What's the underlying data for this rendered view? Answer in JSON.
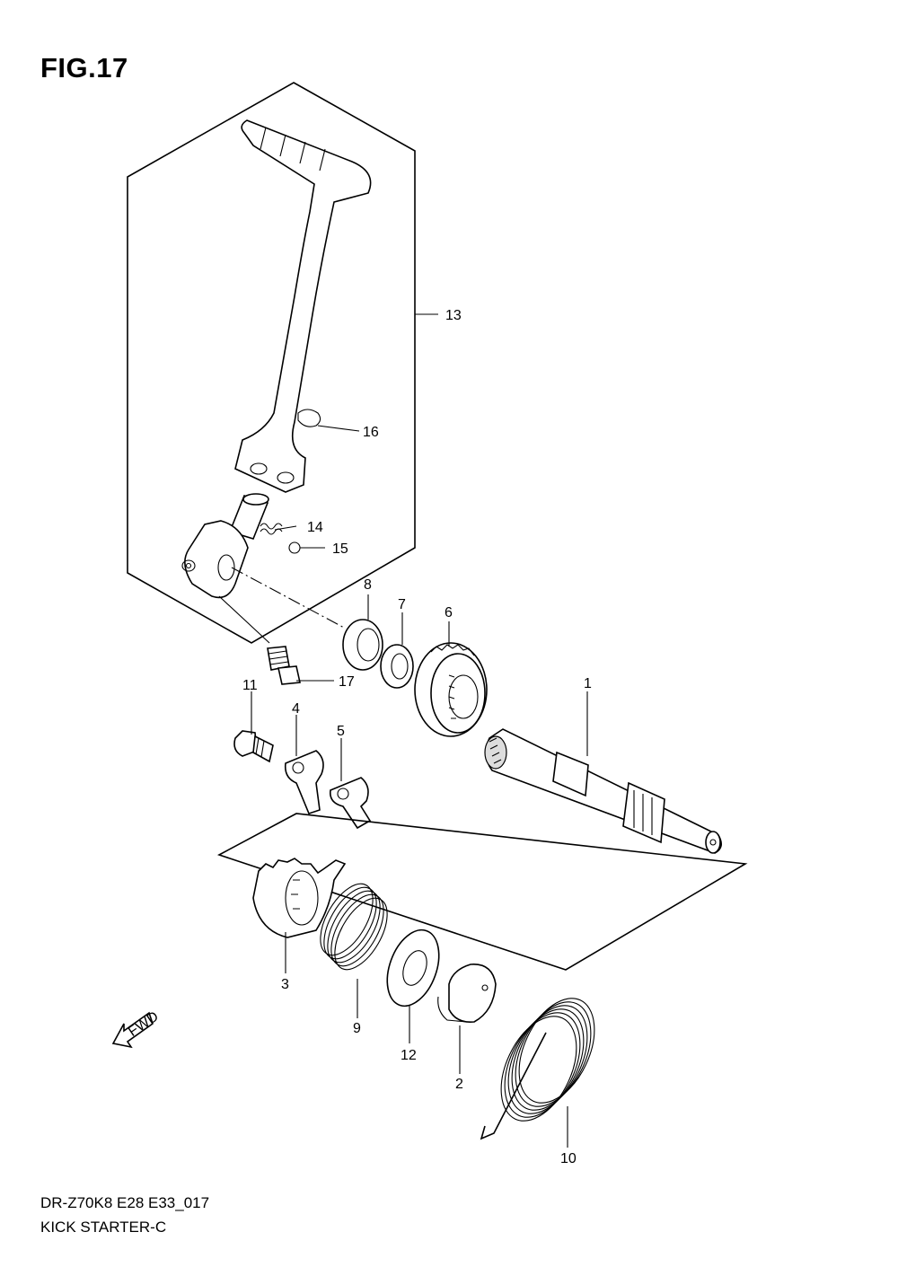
{
  "figure": {
    "title": "FIG.17",
    "code": "DR-Z70K8 E28 E33_017",
    "name": "KICK STARTER-C",
    "fwd_label": "FWD"
  },
  "callouts": [
    "1",
    "2",
    "3",
    "4",
    "5",
    "6",
    "7",
    "8",
    "9",
    "10",
    "11",
    "12",
    "13",
    "14",
    "15",
    "16",
    "17"
  ]
}
